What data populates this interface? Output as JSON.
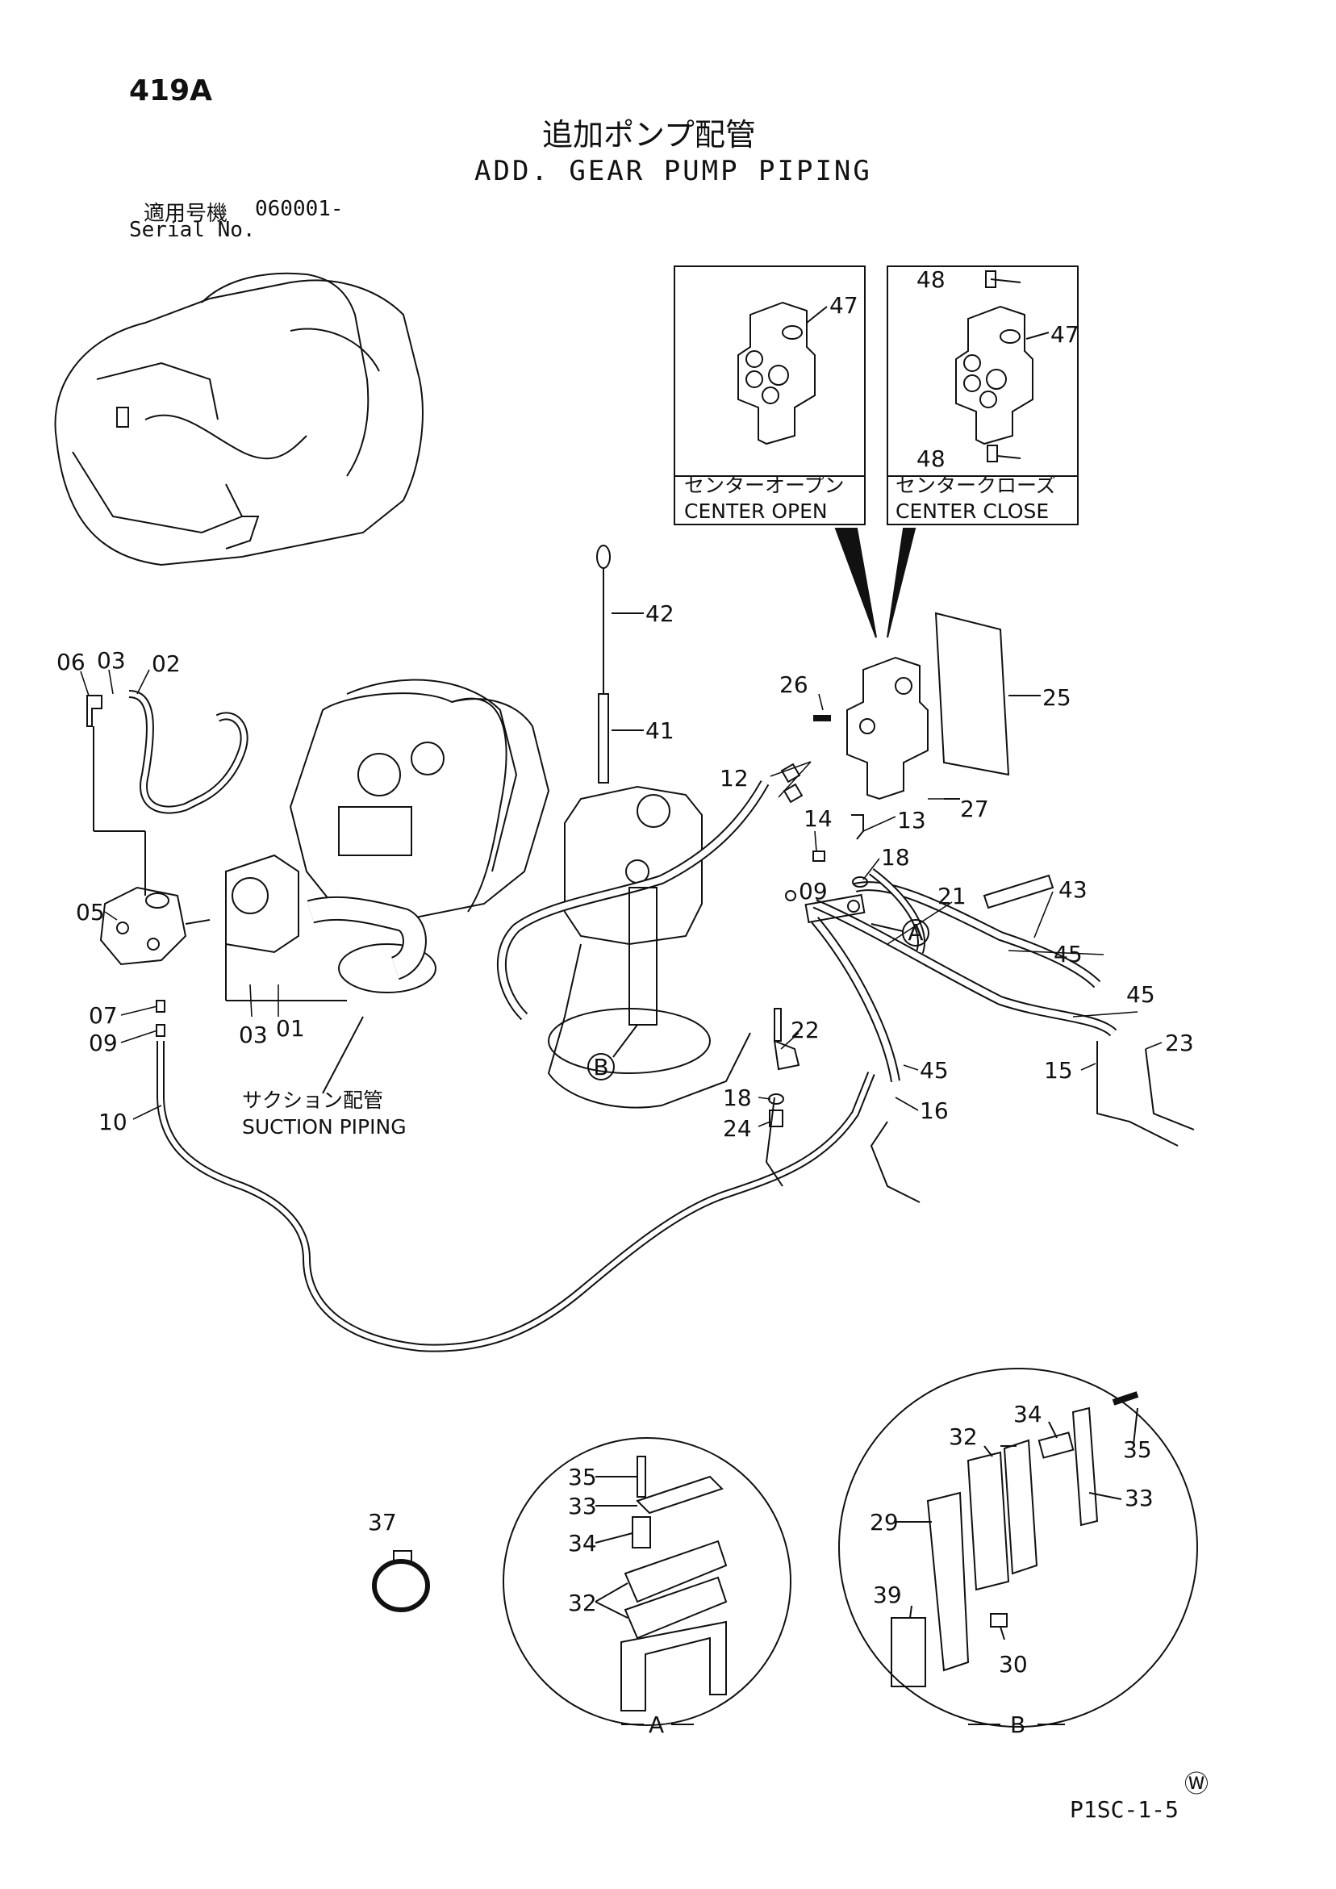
{
  "header": {
    "page_number": "419A",
    "title_jp": "追加ポンプ配管",
    "title_en": "ADD. GEAR PUMP PIPING",
    "serial_label_jp": "適用号機",
    "serial_value": "060001-",
    "serial_label_en": "Serial No."
  },
  "insets": {
    "center_open_jp": "センターオープン",
    "center_open_en": "CENTER OPEN",
    "center_close_jp": "センタークローズ",
    "center_close_en": "CENTER CLOSE"
  },
  "suction": {
    "label_jp": "サクション配管",
    "label_en": "SUCTION PIPING"
  },
  "detail_labels": {
    "a": "A",
    "b": "B"
  },
  "callouts": {
    "p47a": "47",
    "p47b": "47",
    "p48a": "48",
    "p48b": "48",
    "p42": "42",
    "p41": "41",
    "p26": "26",
    "p25": "25",
    "p12": "12",
    "p13": "13",
    "p27": "27",
    "p14": "14",
    "p18a": "18",
    "p09a": "09",
    "p21": "21",
    "p43": "43",
    "p45a": "45",
    "p45b": "45",
    "p45c": "45",
    "p23": "23",
    "p15": "15",
    "p16": "16",
    "p22": "22",
    "p18b": "18",
    "p24": "24",
    "p06": "06",
    "p03a": "03",
    "p02": "02",
    "p05": "05",
    "p07": "07",
    "p09b": "09",
    "p03b": "03",
    "p01": "01",
    "p10": "10",
    "p37": "37",
    "p35a": "35",
    "p33a": "33",
    "p34a": "34",
    "p32a": "32",
    "p34b": "34",
    "p32b": "32",
    "p35b": "35",
    "p33b": "33",
    "p29": "29",
    "p39": "39",
    "p30": "30",
    "circleA": "A",
    "circleB": "B"
  },
  "footer": {
    "corner_mark": "Ⓦ",
    "code": "P1SC-1-5"
  }
}
